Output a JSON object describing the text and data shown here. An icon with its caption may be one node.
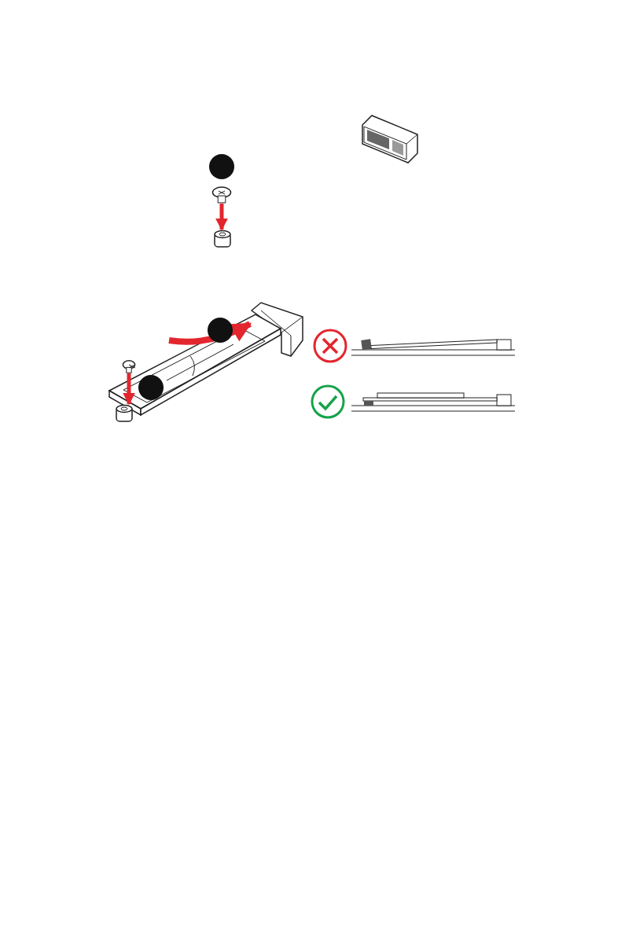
{
  "diagram": {
    "nodes": [
      {
        "text": [],
        "shape": "picture"
      },
      {
        "text": [],
        "shape": "circle"
      },
      {
        "text": [],
        "shape": "picture"
      },
      {
        "text": [],
        "shape": "cylinder"
      },
      {
        "text": [],
        "shape": "picture"
      },
      {
        "text": [],
        "shape": "circle"
      },
      {
        "text": [],
        "shape": "picture"
      },
      {
        "text": [],
        "shape": "picture",
        "in": 6
      },
      {
        "text": [],
        "shape": "circle",
        "in": 6
      },
      {
        "text": [],
        "shape": "cylinder"
      }
    ],
    "edges": [
      {
        "from": 2,
        "to": 3,
        "arrow": "to"
      },
      {
        "from": null,
        "to": 4,
        "arrow": "to"
      },
      {
        "from": 7,
        "to": 9,
        "arrow": "to"
      }
    ]
  }
}
